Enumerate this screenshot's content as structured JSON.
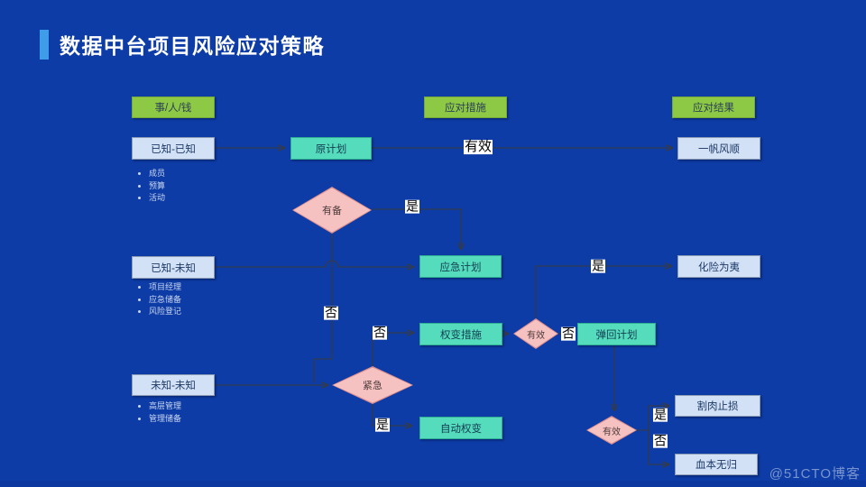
{
  "title": "数据中台项目风险应对策略",
  "watermark": "@51CTO博客",
  "columns": {
    "inputs": "事/人/钱",
    "measures": "应对措施",
    "results": "应对结果"
  },
  "nodes": {
    "known_known": "已知-已知",
    "original_plan": "原计划",
    "smooth_sailing": "一帆风顺",
    "known_unknown": "已知-未知",
    "contingency_plan": "应急计划",
    "risk_averted": "化险为夷",
    "unknown_unknown": "未知-未知",
    "workaround": "权变措施",
    "fallback_plan": "弹回计划",
    "auto_contingency": "自动权变",
    "cut_losses": "割肉止损",
    "total_loss": "血本无归"
  },
  "decisions": {
    "prepared": "有备",
    "urgent": "紧急",
    "effective_mid": "有效",
    "effective_final": "有效"
  },
  "edge_labels": {
    "plan_effective": "有效",
    "prepared_yes": "是",
    "prepared_no": "否",
    "urgent_no": "否",
    "urgent_yes": "是",
    "contingency_effective_yes": "是",
    "workaround_effective_no": "否",
    "final_effective_yes": "是",
    "final_effective_no": "否"
  },
  "bullets": {
    "known_known": [
      "成员",
      "预算",
      "活动"
    ],
    "known_unknown": [
      "项目经理",
      "应急储备",
      "风险登记"
    ],
    "unknown_unknown": [
      "高层管理",
      "管理储备"
    ]
  },
  "colors": {
    "background": "#0d3ca6",
    "accent": "#3e9ce8",
    "green": "#8dc944",
    "teal": "#55dcbd",
    "light_blue": "#d2e1f6",
    "pink": "#f6c2c1",
    "line": "#3a3a3a"
  }
}
